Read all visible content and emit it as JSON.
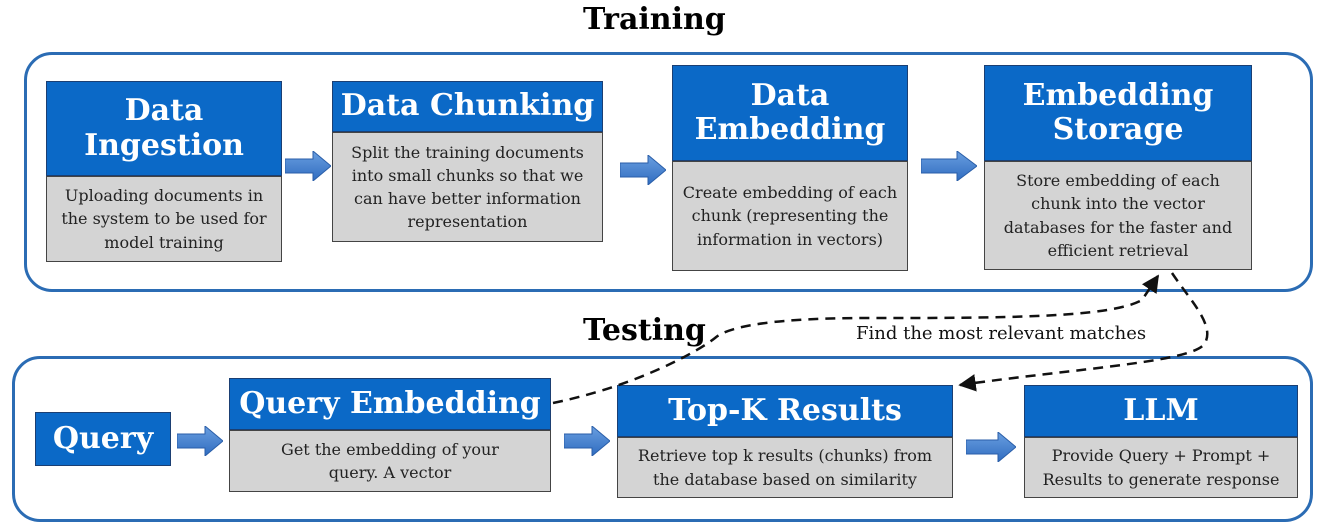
{
  "training": {
    "title": "Training",
    "cards": [
      {
        "title": "Data Ingestion",
        "text": "Uploading documents in the system to be used for model training"
      },
      {
        "title": "Data Chunking",
        "text": "Split the training documents into small chunks so that we can have better information representation"
      },
      {
        "title": "Data Embedding",
        "text": "Create embedding of each chunk (representing the information in vectors)"
      },
      {
        "title": "Embedding Storage",
        "text": "Store embedding of each chunk into the vector databases for the faster and efficient retrieval"
      }
    ]
  },
  "testing": {
    "title": "Testing",
    "query_label": "Query",
    "cards": [
      {
        "title": "Query Embedding",
        "text": "Get the embedding of your query. A vector"
      },
      {
        "title": "Top-K Results",
        "text": "Retrieve top k results (chunks) from the database based on similarity"
      },
      {
        "title": "LLM",
        "text": "Provide Query + Prompt + Results to generate response"
      }
    ]
  },
  "connector_label": "Find the most relevant matches",
  "colors": {
    "header_blue": "#0b69c7",
    "panel_border": "#2b6cb4",
    "body_gray": "#d4d4d4",
    "arrow_blue": "#4a86d4"
  }
}
